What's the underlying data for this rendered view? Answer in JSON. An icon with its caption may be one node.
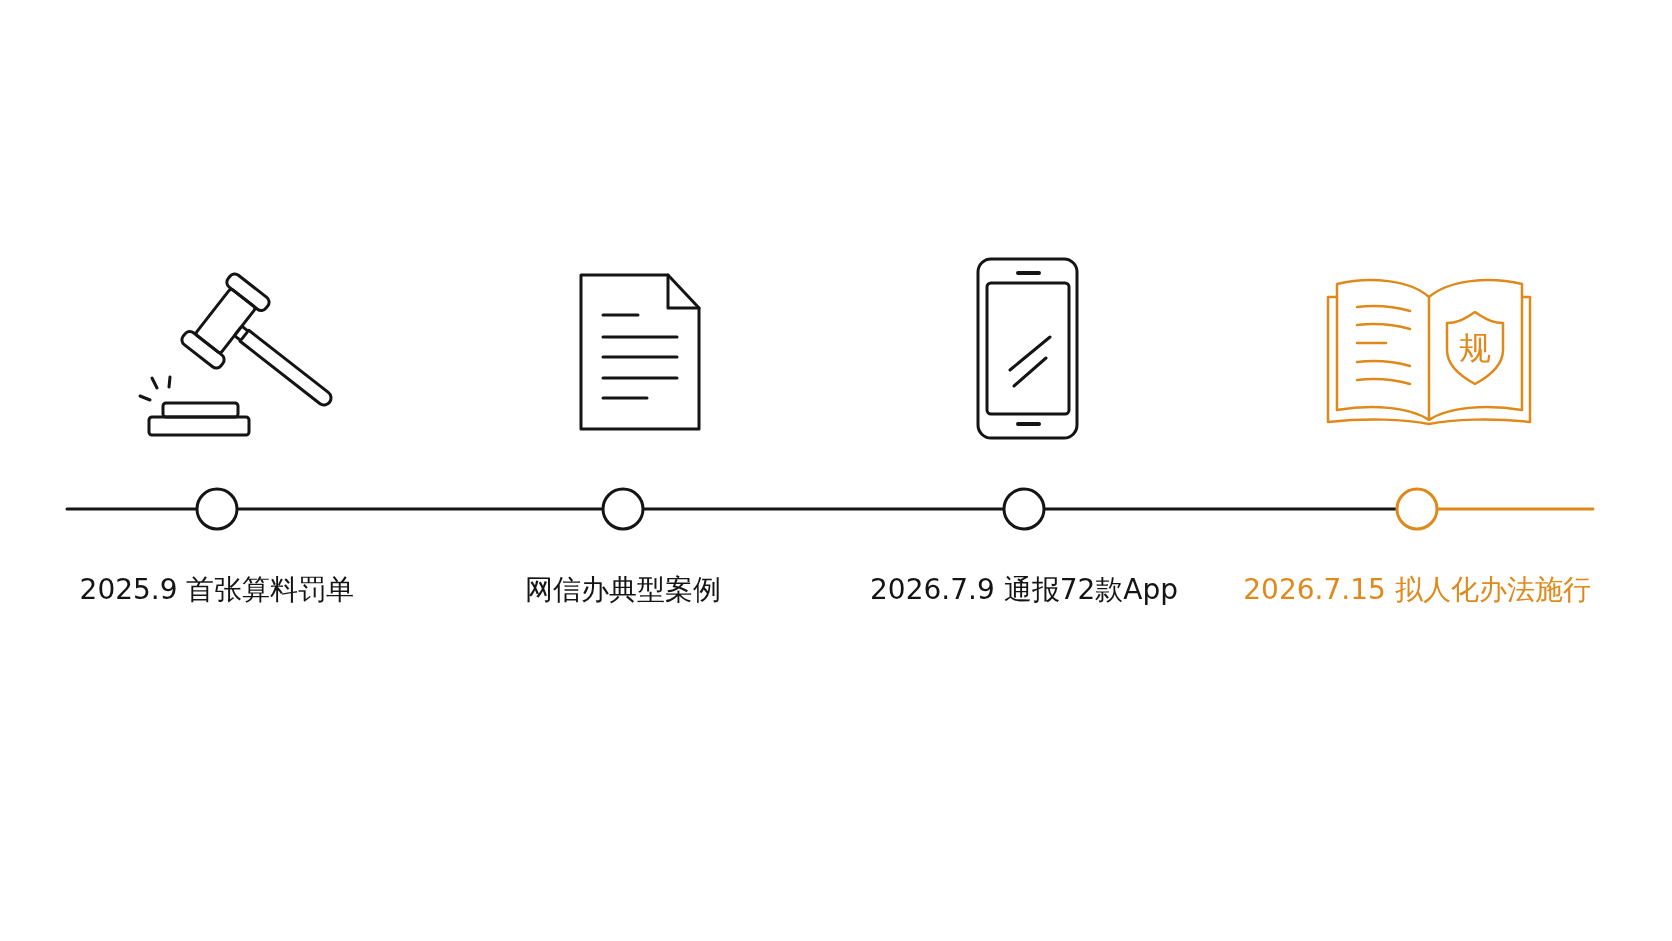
{
  "diagram": {
    "nodes": [
      {
        "text": [],
        "shape": "circle",
        "beside": [
          "2025.9 首张算料罚单"
        ]
      },
      {
        "text": [],
        "shape": "circle",
        "beside": [
          "网信办典型案例"
        ]
      },
      {
        "text": [],
        "shape": "circle",
        "beside": [
          "2026.7.9 通报72款App"
        ]
      },
      {
        "text": [],
        "shape": "circle",
        "beside": [
          "2026.7.15 拟人化办法施行"
        ]
      }
    ],
    "edges": [
      {
        "from": null,
        "to": 0,
        "arrow": "none"
      },
      {
        "from": 0,
        "to": 1,
        "arrow": "none"
      },
      {
        "from": 1,
        "to": 2,
        "arrow": "none"
      },
      {
        "from": 2,
        "to": 3,
        "arrow": "none"
      },
      {
        "from": 3,
        "to": null,
        "arrow": "none",
        "color": "#e0891b"
      }
    ],
    "labels": [
      "规"
    ]
  }
}
